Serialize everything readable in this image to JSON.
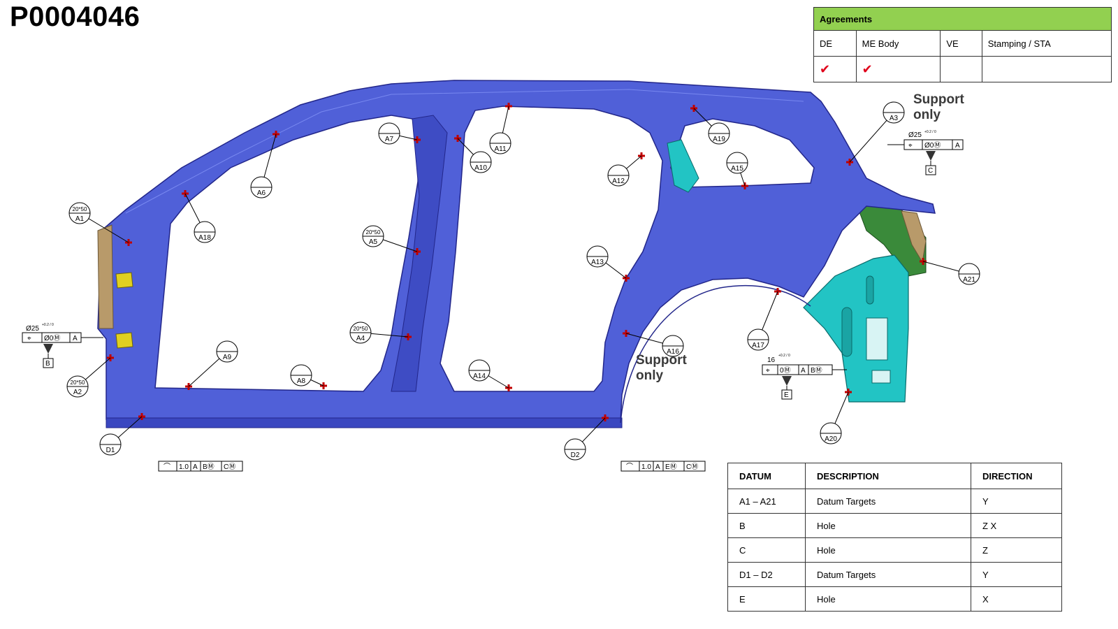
{
  "document_id": "P0004046",
  "agreements": {
    "title": "Agreements",
    "columns": [
      "DE",
      "ME Body",
      "VE",
      "Stamping / STA"
    ],
    "checks": [
      "✔",
      "✔",
      "",
      ""
    ]
  },
  "datum_table": {
    "headers": [
      "DATUM",
      "DESCRIPTION",
      "DIRECTION"
    ],
    "rows": [
      [
        "A1 – A21",
        "Datum Targets",
        "Y"
      ],
      [
        "B",
        "Hole",
        "Z X"
      ],
      [
        "C",
        "Hole",
        "Z"
      ],
      [
        "D1 – D2",
        "Datum Targets",
        "Y"
      ],
      [
        "E",
        "Hole",
        "X"
      ]
    ]
  },
  "notes": {
    "support_only_1": [
      "Support",
      "only"
    ],
    "support_only_2": [
      "Support",
      "only"
    ]
  },
  "datum_targets": [
    {
      "id": "A1",
      "size": "20*50"
    },
    {
      "id": "A2",
      "size": "20*50"
    },
    {
      "id": "A3",
      "size": ""
    },
    {
      "id": "A4",
      "size": "20*50"
    },
    {
      "id": "A5",
      "size": "20*50"
    },
    {
      "id": "A6",
      "size": ""
    },
    {
      "id": "A7",
      "size": ""
    },
    {
      "id": "A8",
      "size": ""
    },
    {
      "id": "A9",
      "size": ""
    },
    {
      "id": "A10",
      "size": ""
    },
    {
      "id": "A11",
      "size": ""
    },
    {
      "id": "A12",
      "size": ""
    },
    {
      "id": "A13",
      "size": ""
    },
    {
      "id": "A14",
      "size": ""
    },
    {
      "id": "A15",
      "size": ""
    },
    {
      "id": "A16",
      "size": ""
    },
    {
      "id": "A17",
      "size": ""
    },
    {
      "id": "A18",
      "size": ""
    },
    {
      "id": "A19",
      "size": ""
    },
    {
      "id": "A20",
      "size": ""
    },
    {
      "id": "A21",
      "size": ""
    },
    {
      "id": "D1",
      "size": ""
    },
    {
      "id": "D2",
      "size": ""
    }
  ],
  "fcf": {
    "b_hole": {
      "dia": "Ø25",
      "tol": "+0.2 / 0",
      "cells": [
        "⌖",
        "Ø0Ⓜ",
        "A"
      ],
      "datum": "B"
    },
    "c_hole": {
      "dia": "Ø25",
      "tol": "+0.2 / 0",
      "cells": [
        "⌖",
        "Ø0Ⓜ",
        "A"
      ],
      "datum": "C"
    },
    "e_hole": {
      "dia": "16",
      "tol": "+0.2 / 0",
      "cells": [
        "⌖",
        "0Ⓜ",
        "A",
        "BⓂ"
      ],
      "datum": "E"
    },
    "d1_profile": {
      "cells": [
        "⌒",
        "1.0",
        "A",
        "BⓂ",
        "CⓂ"
      ]
    },
    "d2_profile": {
      "cells": [
        "⌒",
        "1.0",
        "A",
        "EⓂ",
        "CⓂ"
      ]
    }
  },
  "colors": {
    "panel_blue": "#5060d8",
    "panel_dark": "#2a2f9a",
    "cyan_part": "#22c4c4",
    "green_part": "#3a8a3a",
    "tan_part": "#b89a6a",
    "target_mark": "#c00000",
    "agreements_header": "#92d050"
  }
}
